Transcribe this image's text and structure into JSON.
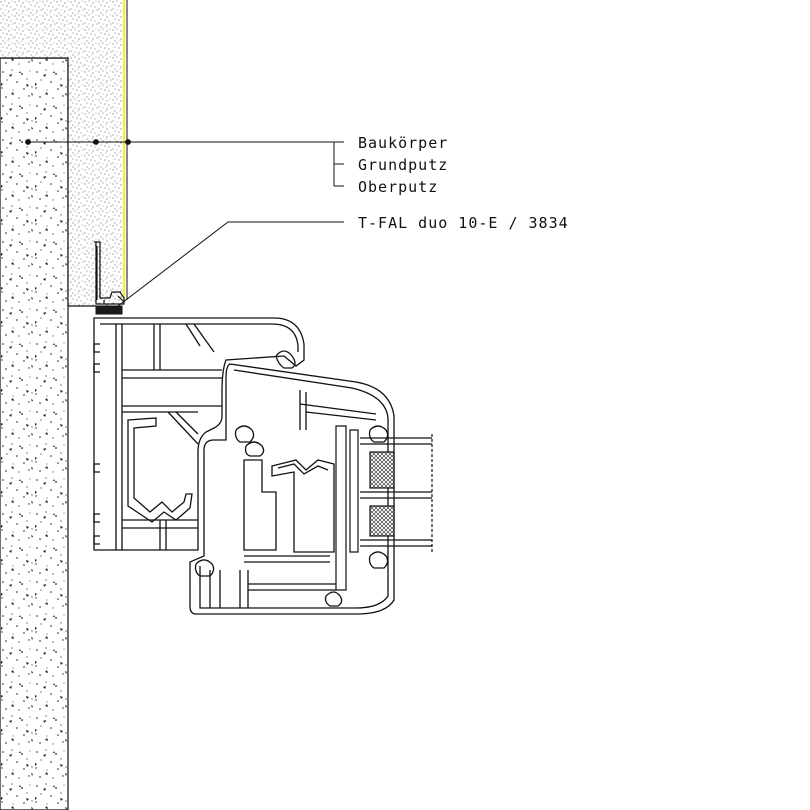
{
  "labels": {
    "layer_1": "Baukörper",
    "layer_2": "Grundputz",
    "layer_3": "Oberputz",
    "profile": "T-FAL duo 10-E / 3834"
  },
  "colors": {
    "line": "#111111",
    "finish_plaster_edge": "#f2ee3a",
    "background": "#ffffff",
    "gasket": "#1a1a1a"
  }
}
